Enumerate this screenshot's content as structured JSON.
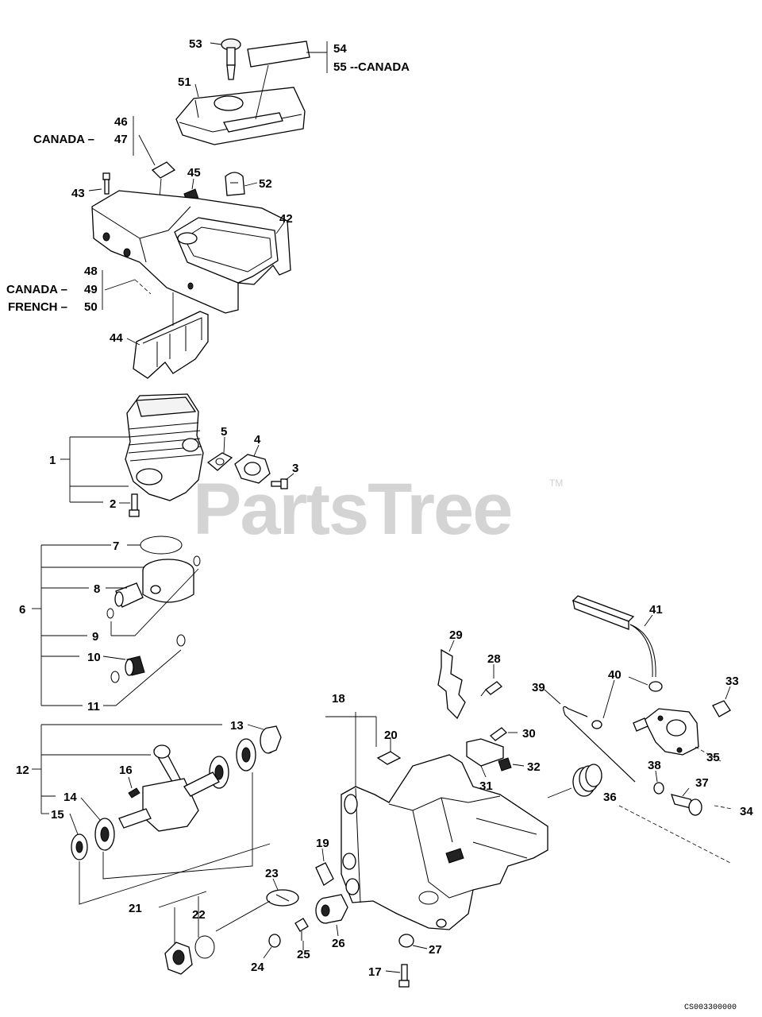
{
  "watermark": {
    "brand": "PartsTree",
    "trademark": "TM"
  },
  "diagram_code": "CS003300000",
  "callouts": {
    "c1": "1",
    "c2": "2",
    "c3": "3",
    "c4": "4",
    "c5": "5",
    "c6": "6",
    "c7": "7",
    "c8": "8",
    "c9": "9",
    "c10": "10",
    "c11": "11",
    "c12": "12",
    "c13": "13",
    "c14": "14",
    "c15": "15",
    "c16": "16",
    "c17": "17",
    "c18": "18",
    "c19": "19",
    "c20": "20",
    "c21": "21",
    "c22": "22",
    "c23": "23",
    "c24": "24",
    "c25": "25",
    "c26": "26",
    "c27": "27",
    "c28": "28",
    "c29": "29",
    "c30": "30",
    "c31": "31",
    "c32": "32",
    "c33": "33",
    "c34": "34",
    "c35": "35",
    "c36": "36",
    "c37": "37",
    "c38": "38",
    "c39": "39",
    "c40": "40",
    "c41": "41",
    "c42": "42",
    "c43": "43",
    "c44": "44",
    "c45": "45",
    "c46": "46",
    "c47": "47",
    "c48": "48",
    "c49": "49",
    "c50": "50",
    "c51": "51",
    "c52": "52",
    "c53": "53",
    "c54": "54",
    "c55": "55"
  },
  "variant_labels": {
    "canada_55": "--CANADA",
    "canada_47": "CANADA –",
    "canada_49": "CANADA –",
    "french_50": "FRENCH –"
  }
}
